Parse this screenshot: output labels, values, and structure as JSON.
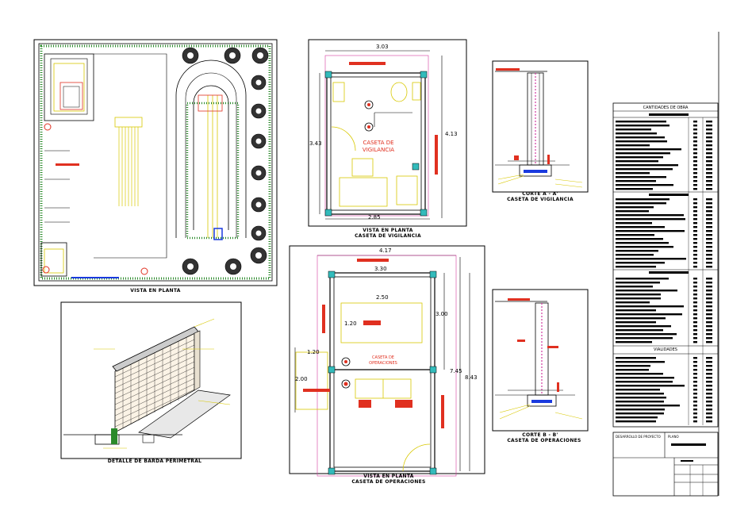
{
  "captions": {
    "site_plan": "VISTA EN PLANTA",
    "wall_detail": "DETALLE DE BARDA PERIMETRAL",
    "guard_plan_1": "VISTA EN PLANTA",
    "guard_plan_2": "CASETA DE VIGILANCIA",
    "section_a_1": "CORTE A - A'",
    "section_a_2": "CASETA DE VIGILANCIA",
    "ops_plan_1": "VISTA EN PLANTA",
    "ops_plan_2": "CASETA DE OPERACIONES",
    "section_b_1": "CORTE B - B'",
    "section_b_2": "CASETA DE OPERACIONES"
  },
  "guard_room_label_1": "CASETA DE",
  "guard_room_label_2": "VIGILANCIA",
  "ops_room_label_1": "CASETA DE",
  "ops_room_label_2": "OPERACIONES",
  "dimensions": {
    "guard_top": "3.03",
    "guard_left": "3.43",
    "guard_right": "4.13",
    "guard_bottom": "2.85",
    "ops_top_outer": "4.17",
    "ops_top_inner": "3.30",
    "ops_table_w": "2.50",
    "ops_table_h": "1.20",
    "ops_right_a": "3.00",
    "ops_right_b": "7.45",
    "ops_right_c": "8.43",
    "ops_left_a": "1.20",
    "ops_left_b": "2.00"
  },
  "table": {
    "title": "CANTIDADES DE OBRA",
    "section2": "VIALIDADES"
  },
  "title_block": {
    "left_label": "DESARROLLO DE PROYECTO",
    "right_label": "PLANO"
  },
  "colors": {
    "line": "#000000",
    "red": "#e03020",
    "yellow": "#d8c800",
    "green": "#2a8a2a",
    "magenta": "#d23aa0",
    "cyan": "#33bbbb",
    "blue": "#1a3adf"
  }
}
